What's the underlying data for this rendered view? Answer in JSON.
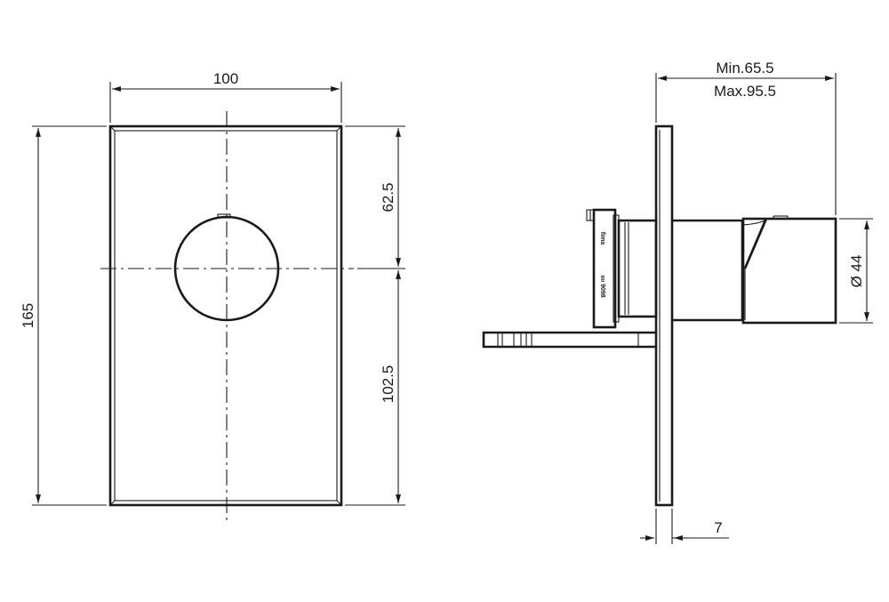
{
  "front_view": {
    "width_dim": "100",
    "height_dim": "165",
    "upper_offset_dim": "62.5",
    "lower_offset_dim": "102.5"
  },
  "side_view": {
    "depth_min_dim": "Min.65.5",
    "depth_max_dim": "Max.95.5",
    "diameter_dim": "Ø 44",
    "plate_thickness_dim": "7",
    "cartridge_marking_top": "fima",
    "cartridge_marking_bottom": "ıııı 9098"
  }
}
